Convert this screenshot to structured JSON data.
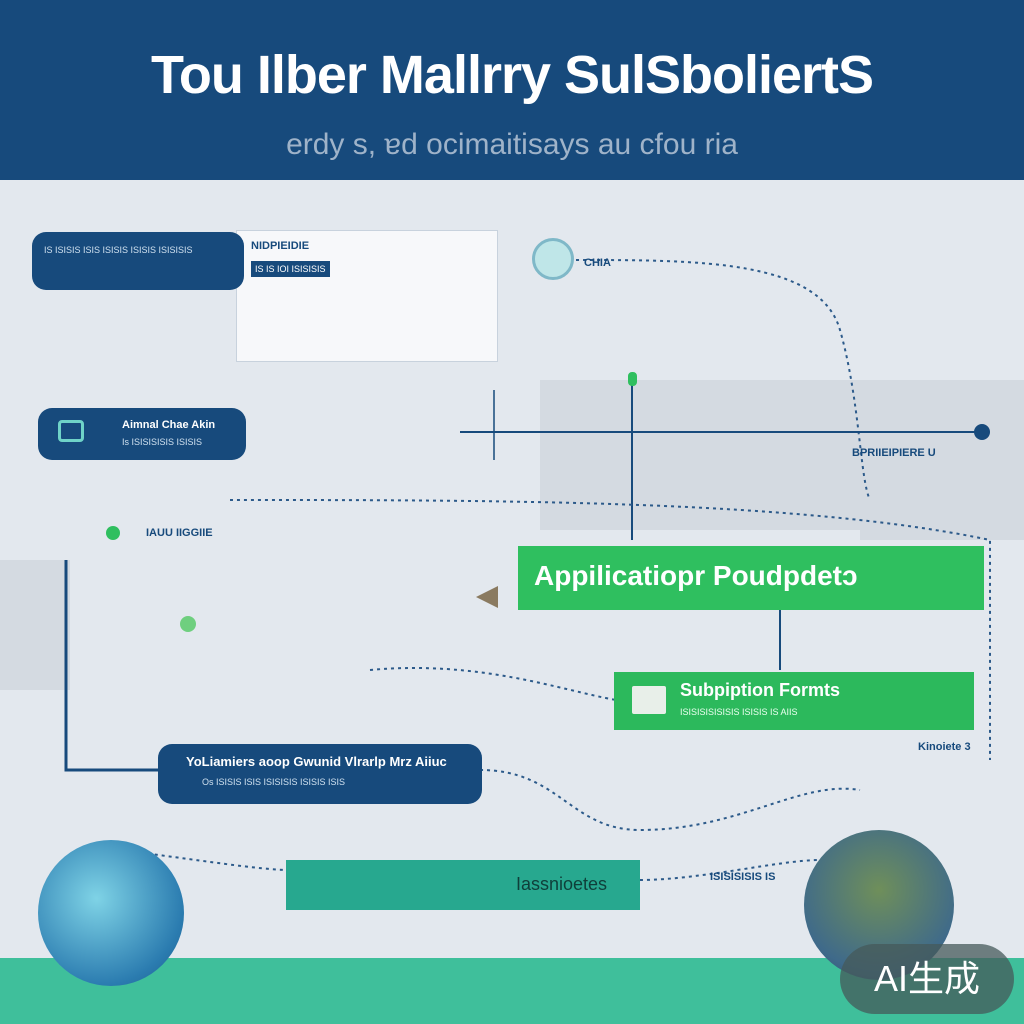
{
  "header": {
    "title": "Tou Ilber Mallrry SulSboliertS",
    "subtitle": "erdy s, ɐd ocimaitisays au cfou ria"
  },
  "blocks": {
    "top_left_box": "",
    "top_panel_label": "NIDPIEIDIE",
    "top_panel_small": "IS IS IOI ISISISIS",
    "circle_label": "CHIA",
    "left_box_label": "Aimnal Chae Akin",
    "left_box_sub": "Is ISISISISIS ISISIS",
    "side_label": "IAUU IIGGIIE",
    "right_upper_label": "BPRIIEIPIERE U",
    "app_box": "Appilicatiopr Poudpdetɔ",
    "subpiption_title": "Subpiption Formts",
    "subpiption_sub": "ISISISISISISIS ISISIS IS AIIS",
    "right_small_label": "Kinoiete 3",
    "navy_bottom_title": "YoLiamiers aoop Gwunid Vlrarlp Mrz Aiiuc",
    "navy_bottom_sub": "Os ISISIS ISIS ISISISIS ISISIS ISIS",
    "teal_bottom": "Iassnioetes",
    "bottom_right_label": "ISISISISIS IS",
    "watermark": "AI生成"
  },
  "colors": {
    "navy": "#174a7c",
    "green": "#2fbf5f",
    "teal": "#27a88f",
    "strip": "#3fbf9b"
  }
}
